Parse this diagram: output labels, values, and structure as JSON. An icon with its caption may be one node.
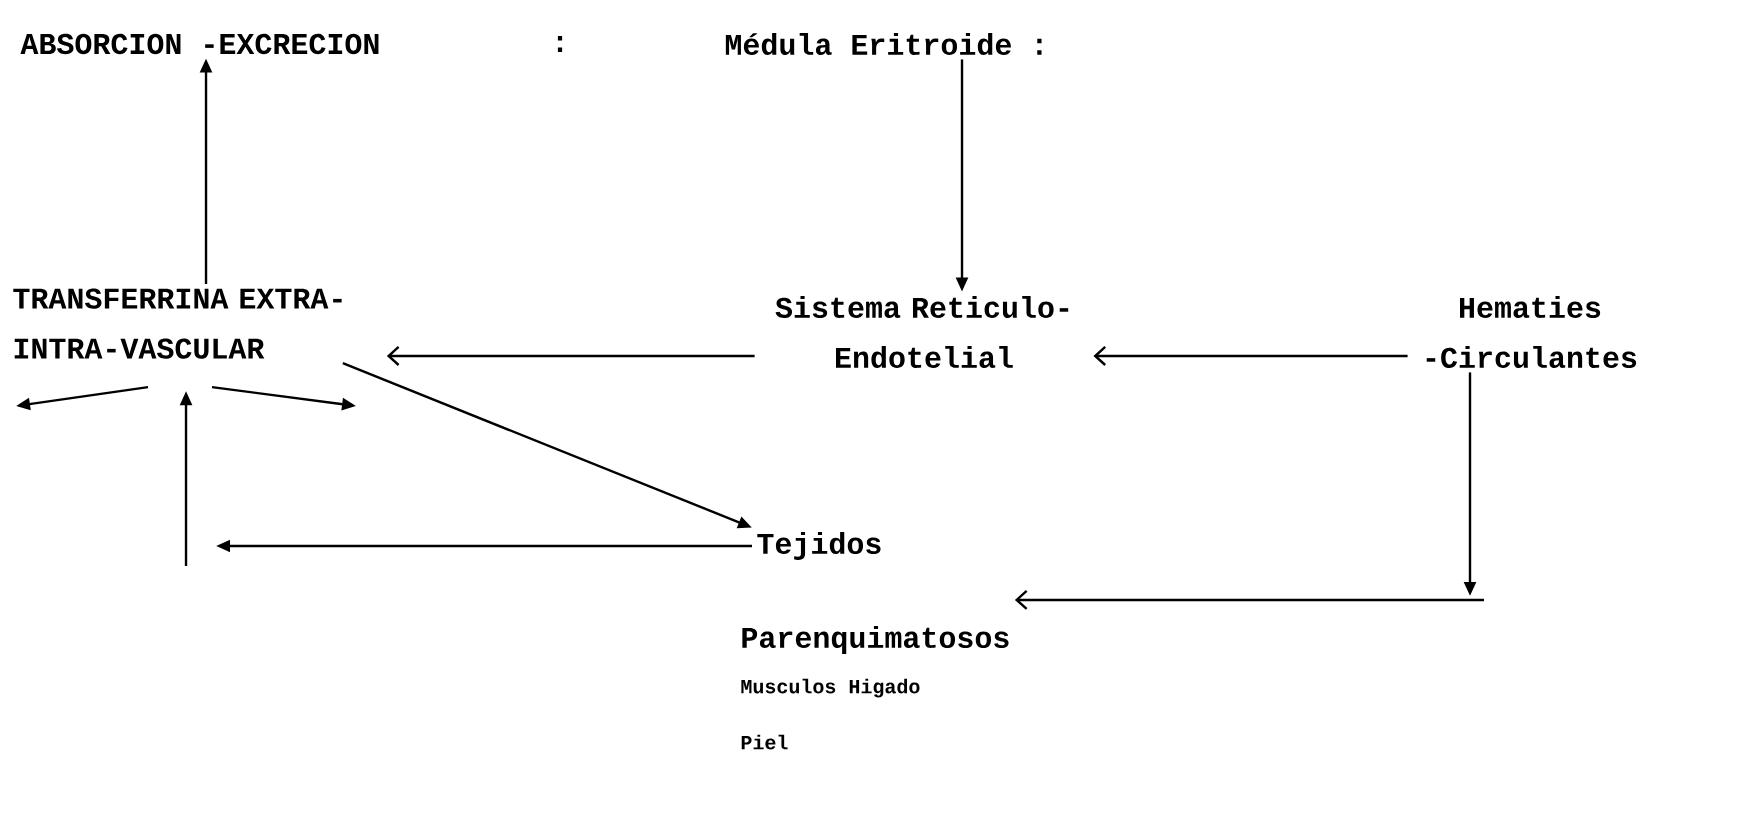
{
  "diagram": {
    "nodes": [
      {
        "text": [
          "ABSORCION -EXCRECION"
        ]
      },
      {
        "text": [
          "Médula Eritroide :"
        ]
      },
      {
        "text": [
          "TRANSFERRINA EXTRA- INTRA-VASCULAR"
        ]
      },
      {
        "text": [
          "Sistema Reticulo- Endotelial"
        ]
      },
      {
        "text": [
          "Hematies -Circulantes"
        ]
      },
      {
        "text": [
          "Tejidos"
        ]
      },
      {
        "text": [
          "Parenquimatosos"
        ],
        "beside": [
          "Musculos Higado",
          "Piel"
        ]
      }
    ],
    "edges": [
      {
        "from": 2,
        "to": 0,
        "arrow": "to"
      },
      {
        "from": 1,
        "to": 3,
        "arrow": "to"
      },
      {
        "from": 3,
        "to": 2,
        "arrow": "to"
      },
      {
        "from": 4,
        "to": 3,
        "arrow": "to"
      },
      {
        "from": 2,
        "to": 5,
        "arrow": "to"
      },
      {
        "from": 5,
        "to": null,
        "arrow": "to"
      },
      {
        "from": null,
        "to": 2,
        "arrow": "to"
      },
      {
        "from": 2,
        "to": null,
        "arrow": "to"
      },
      {
        "from": 2,
        "to": null,
        "arrow": "to"
      },
      {
        "from": 4,
        "to": null,
        "arrow": "to"
      },
      {
        "from": null,
        "to": 6,
        "arrow": "to"
      }
    ],
    "labels": [
      ":"
    ]
  }
}
